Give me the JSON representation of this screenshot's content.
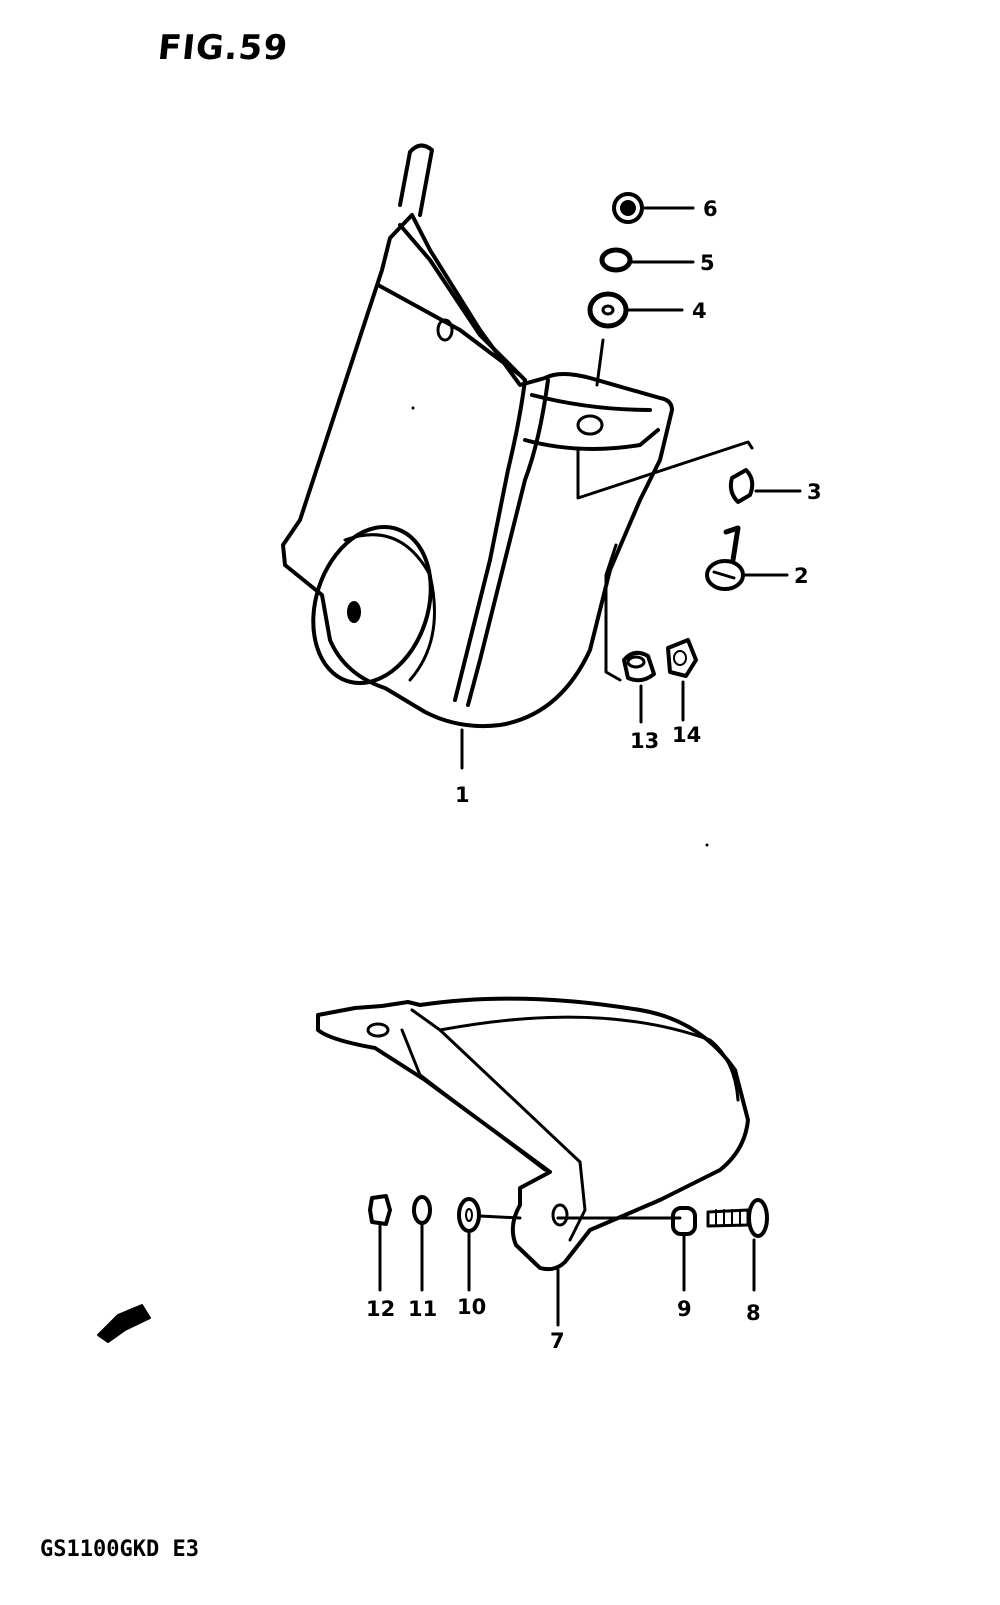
{
  "figure": {
    "title": "FIG.59",
    "model_code": "GS1100GKD E3"
  },
  "callouts": {
    "p1": "1",
    "p2": "2",
    "p3": "3",
    "p4": "4",
    "p5": "5",
    "p6": "6",
    "p7": "7",
    "p8": "8",
    "p9": "9",
    "p10": "10",
    "p11": "11",
    "p12": "12",
    "p13": "13",
    "p14": "14"
  },
  "icons": {
    "front_direction": "front-arrow-icon"
  },
  "colors": {
    "ink": "#000000",
    "paper": "#ffffff"
  }
}
